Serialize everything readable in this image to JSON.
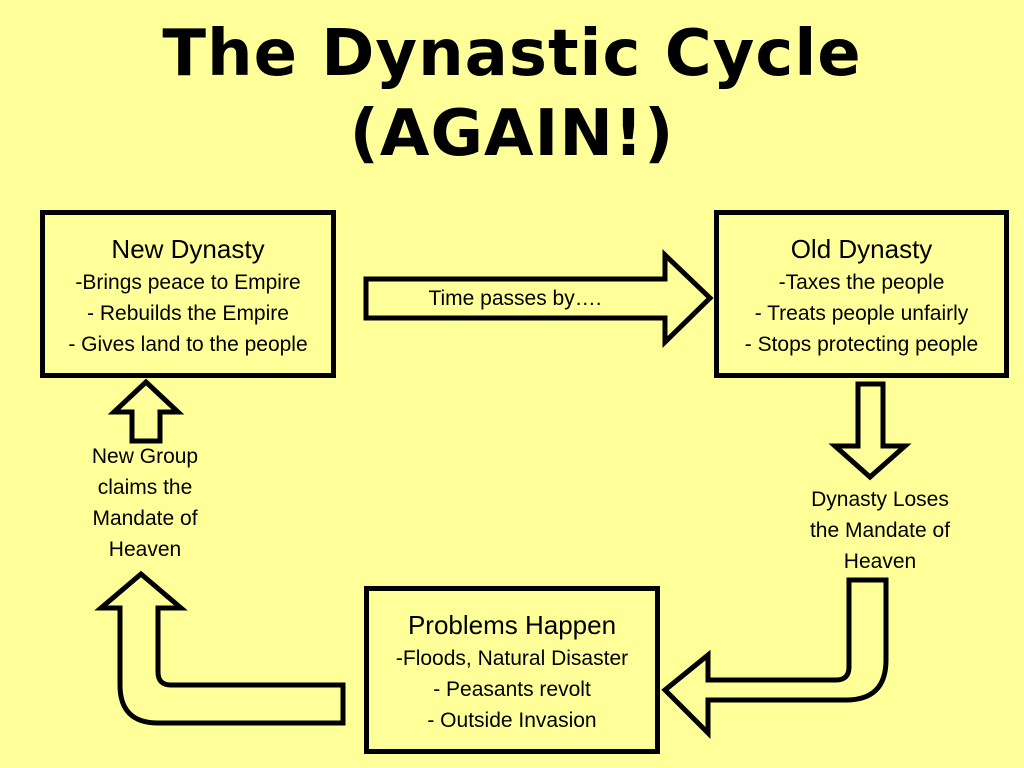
{
  "title": {
    "line1": "The Dynastic Cycle",
    "line2": "(AGAIN!)"
  },
  "boxes": {
    "new_dynasty": {
      "heading": "New Dynasty",
      "items": [
        "-Brings peace to Empire",
        "- Rebuilds the Empire",
        "- Gives land to the people"
      ]
    },
    "old_dynasty": {
      "heading": "Old Dynasty",
      "items": [
        "-Taxes the people",
        "- Treats people unfairly",
        "- Stops protecting people"
      ]
    },
    "problems": {
      "heading": "Problems Happen",
      "items": [
        "-Floods, Natural Disaster",
        "- Peasants revolt",
        "- Outside Invasion"
      ]
    }
  },
  "labels": {
    "time_passes": "Time passes by….",
    "loses_mandate": [
      "Dynasty Loses",
      "the Mandate of",
      "Heaven"
    ],
    "claims_mandate": [
      "New Group",
      "claims the",
      "Mandate of",
      "Heaven"
    ]
  }
}
